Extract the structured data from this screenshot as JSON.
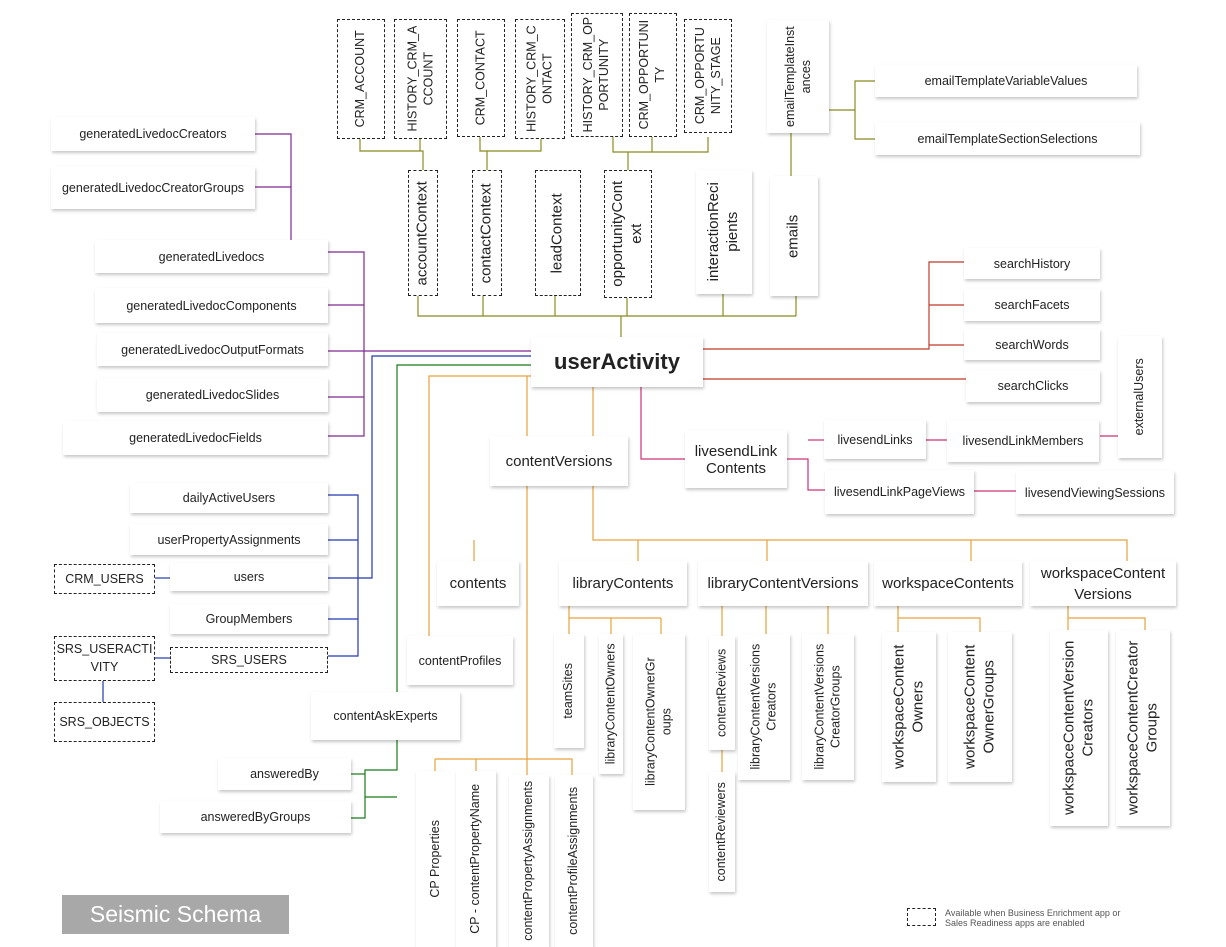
{
  "title": "Seismic Schema",
  "legend": "Available when Business Enrichment app or Sales Readiness apps are enabled",
  "colors": {
    "olive": "#8b8b22",
    "purple": "#7f2a8f",
    "blue": "#2338b0",
    "green": "#1a7a1a",
    "red": "#c0392b",
    "orange": "#e6a23c",
    "pink": "#cc3377"
  },
  "nodes": {
    "userActivity": "userActivity",
    "crmAccount": "CRM_ACCOUNT",
    "historyCrmAccount": "HISTORY_CRM_A\nCCOUNT",
    "crmContact": "CRM_CONTACT",
    "historyCrmContact": "HISTORY_CRM_C\nONTACT",
    "historyCrmOpportunity": "HISTORY_CRM_OP\nPORTUNITY",
    "crmOpportunity": "CRM_OPPORTUNI\nTY",
    "crmOpportunityStage": "CRM_OPPORTU\nNITY_STAGE",
    "emailTemplateInstances": "emailTemplateInst\nances",
    "emailTemplateVariableValues": "emailTemplateVariableValues",
    "emailTemplateSectionSelections": "emailTemplateSectionSelections",
    "accountContext": "accountContext",
    "contactContext": "contactContext",
    "leadContext": "leadContext",
    "opportunityContext": "opportunityCont\next",
    "interactionRecipients": "interactionReci\npients",
    "emails": "emails",
    "generatedLivedocCreators": "generatedLivedocCreators",
    "generatedLivedocCreatorGroups": "generatedLivedocCreatorGroups",
    "generatedLivedocs": "generatedLivedocs",
    "generatedLivedocComponents": "generatedLivedocComponents",
    "generatedLivedocOutputFormats": "generatedLivedocOutputFormats",
    "generatedLivedocSlides": "generatedLivedocSlides",
    "generatedLivedocFields": "generatedLivedocFields",
    "searchHistory": "searchHistory",
    "searchFacets": "searchFacets",
    "searchWords": "searchWords",
    "searchClicks": "searchClicks",
    "externalUsers": "externalUsers",
    "contentVersions": "contentVersions",
    "livesendLinkContents": "livesendLink\nContents",
    "livesendLinks": "livesendLinks",
    "livesendLinkMembers": "livesendLinkMembers",
    "livesendLinkPageViews": "livesendLinkPageViews",
    "livesendViewingSessions": "livesendViewingSessions",
    "dailyActiveUsers": "dailyActiveUsers",
    "userPropertyAssignments": "userPropertyAssignments",
    "crmUsers": "CRM_USERS",
    "users": "users",
    "groupMembers": "GroupMembers",
    "srsUserActivity": "SRS_USERACTI\nVITY",
    "srsUsers": "SRS_USERS",
    "srsObjects": "SRS_OBJECTS",
    "contentAskExperts": "contentAskExperts",
    "answeredBy": "answeredBy",
    "answeredByGroups": "answeredByGroups",
    "contents": "contents",
    "libraryContents": "libraryContents",
    "libraryContentVersions": "libraryContentVersions",
    "workspaceContents": "workspaceContents",
    "workspaceContentVersions": "workspaceContent\nVersions",
    "contentProfiles": "contentProfiles",
    "teamSites": "teamSites",
    "libraryContentOwners": "libraryContentOwners",
    "libraryContentOwnerGroups": "libraryContentOwnerGr\noups",
    "contentReviews": "contentReviews",
    "contentReviewers": "contentReviewers",
    "libraryContentVersionsCreators": "libraryContentVersions\nCreators",
    "libraryContentVersionsCreatorGroups": "libraryContentVersions\nCreatorGroups",
    "workspaceContentOwners": "workspaceContent\nOwners",
    "workspaceContentOwnerGroups": "workspaceContent\nOwnerGroups",
    "workspaceContentVersionCreators": "workspaceContentVersion\nCreators",
    "workspaceContentCreatorGroups": "workspaceContentCreator\nGroups",
    "cpProperties": "CP Properties",
    "cpContentPropertyName": "CP - contentPropertyName",
    "contentPropertyAssignments": "contentPropertyAssignments",
    "contentProfileAssignments": "contentProfileAssignments"
  }
}
